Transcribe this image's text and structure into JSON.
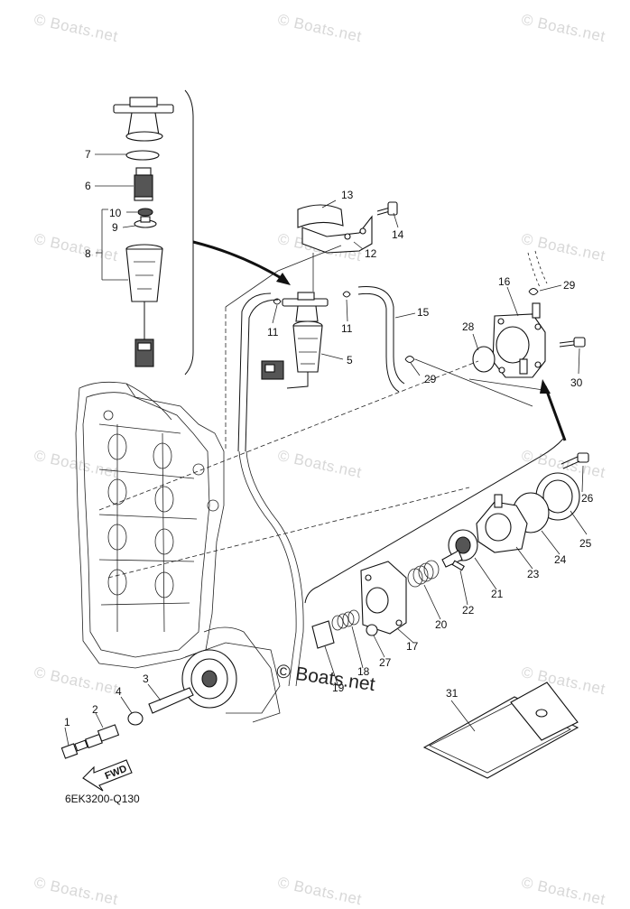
{
  "watermark": "© Boats.net",
  "center_watermark": "© Boats.net",
  "diagram_code": "6EK3200-Q130",
  "fwd_label": "FWD",
  "callouts": [
    "1",
    "2",
    "3",
    "4",
    "5",
    "6",
    "7",
    "8",
    "9",
    "10",
    "11",
    "11",
    "12",
    "13",
    "14",
    "15",
    "16",
    "17",
    "18",
    "19",
    "20",
    "21",
    "22",
    "23",
    "24",
    "25",
    "26",
    "27",
    "28",
    "29",
    "29",
    "30",
    "31"
  ]
}
